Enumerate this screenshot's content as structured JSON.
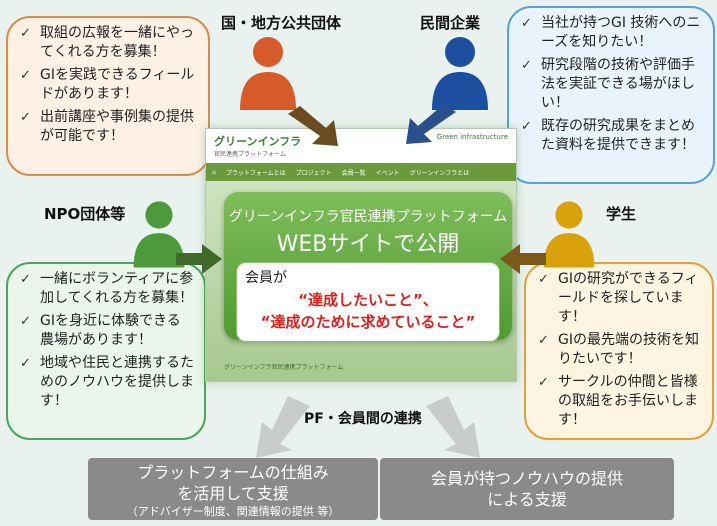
{
  "labels": {
    "government": "国・地方公共団体",
    "private": "民間企業",
    "npo": "NPO団体等",
    "student": "学生"
  },
  "bubbles": {
    "government": [
      "取組の広報を一緒にやってくれる方を募集！",
      "GIを実践できるフィールドがあります！",
      "出前講座や事例集の提供が可能です！"
    ],
    "private": [
      "当社が持つGI 技術へのニーズを知りたい！",
      "研究段階の技術や評価手法を実証できる場がほしい！",
      "既存の研究成果をまとめた資料を提供できます！"
    ],
    "npo": [
      "一緒にボランティアに参加してくれる方を募集！",
      "GIを身近に体験できる農場があります！",
      "地域や住民と連携するためのノウハウを提供します！"
    ],
    "student": [
      "GIの研究ができるフィールドを探しています！",
      "GIの最先端の技術を知りたいです！",
      "サークルの仲間と皆様の取組をお手伝いします！"
    ]
  },
  "website": {
    "logo_jp": "グリーンインフラ",
    "logo_sub": "官民連携プラットフォーム",
    "logo_en": "Green infrastructure",
    "nav": [
      "プラットフォームとは",
      "プロジェクト",
      "会員一覧",
      "イベント",
      "グリーンインフラとは"
    ],
    "footer": "グリーンインフラ官民連携プラットフォーム"
  },
  "panel": {
    "subtitle": "グリーンインフラ官民連携プラットフォーム",
    "title": "WEBサイトで公開",
    "lead": "会員が",
    "quote1": "“達成したいこと”、",
    "quote2": "“達成のために求めていること”"
  },
  "collab_label": "PF・会員間の連携",
  "bottom": {
    "left_line1": "プラットフォームの仕組み",
    "left_line2": "を活用して支援",
    "left_line3": "（アドバイザー制度、関連情報の提供 等）",
    "right_line1": "会員が持つノウハウの提供",
    "right_line2": "による支援"
  },
  "colors": {
    "government": "#d75a2a",
    "private": "#1c4fa0",
    "npo": "#4c9a3c",
    "student": "#d9a10a",
    "arrow": "#6b4b1f"
  }
}
